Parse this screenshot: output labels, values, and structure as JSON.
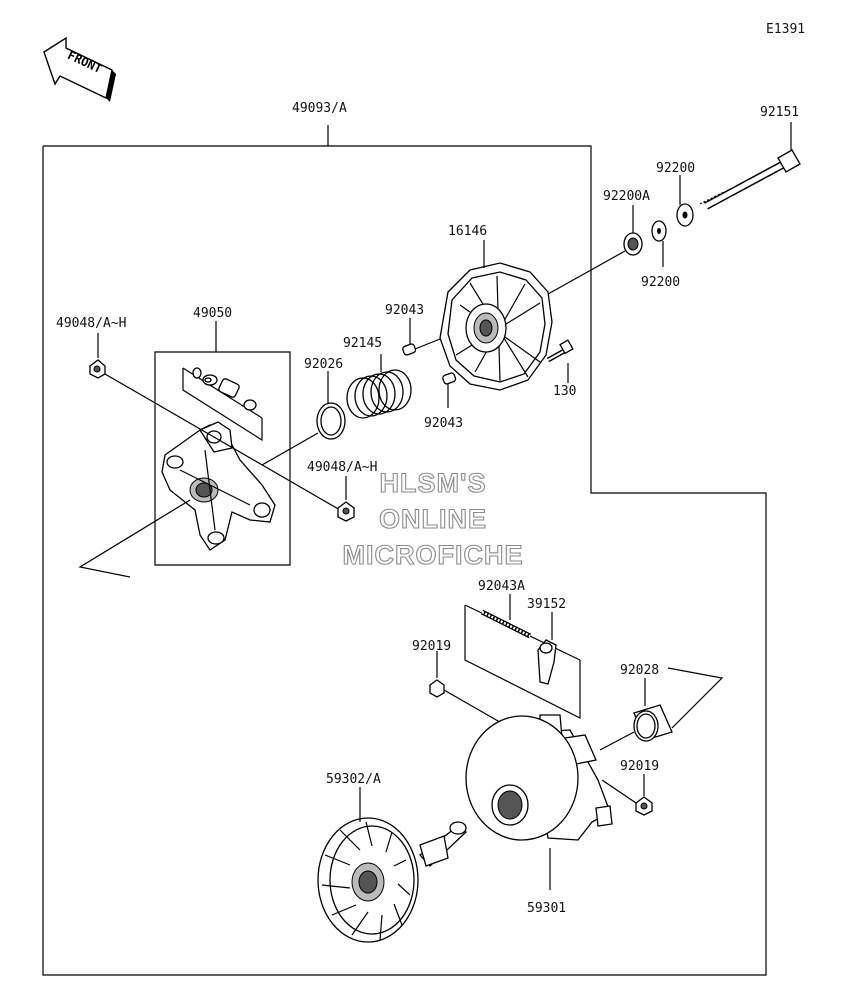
{
  "diagram_code": "E1391",
  "front_arrow_text": "FRONT",
  "watermark": [
    "HLSM'S",
    "ONLINE",
    "MICROFICHE"
  ],
  "part_labels": {
    "p49093A": "49093/A",
    "p92151": "92151",
    "p92200_top": "92200",
    "p92200A": "92200A",
    "p92200_bottom": "92200",
    "p16146": "16146",
    "p92043_top": "92043",
    "p92043_bottom": "92043",
    "p130": "130",
    "p92145": "92145",
    "p92026": "92026",
    "p49050": "49050",
    "p49048_left": "49048/A~H",
    "p49048_right": "49048/A~H",
    "p92043A": "92043A",
    "p39152": "39152",
    "p92019_left": "92019",
    "p92028": "92028",
    "p92019_right": "92019",
    "p59302A": "59302/A",
    "p59301": "59301"
  }
}
